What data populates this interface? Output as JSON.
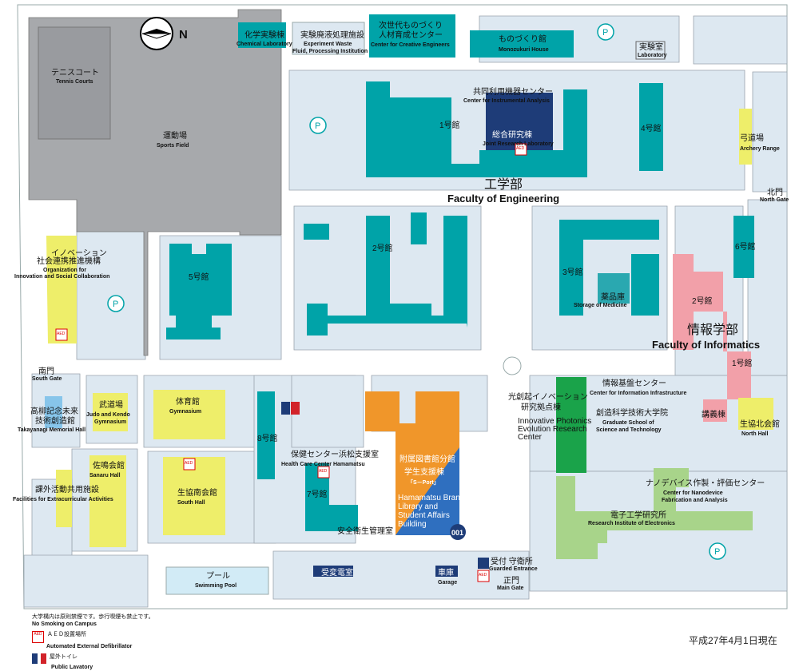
{
  "compass": "N",
  "icons": {
    "parking": "P",
    "aed": "AED"
  },
  "buildings": {
    "chemical_lab": {
      "jp": "化学実験棟",
      "en": "Chemical Laboratory"
    },
    "waste": {
      "jp": "実験廃液処理施設",
      "en1": "Experiment Waste",
      "en2": "Fluid, Processing Institution"
    },
    "creative": {
      "jp1": "次世代ものづくり",
      "jp2": "人材育成センター",
      "en": "Center for Creative Engineers"
    },
    "monozukuri": {
      "jp": "ものづくり館",
      "en": "Monozukuri House"
    },
    "lab_small": {
      "jp": "実験室",
      "en": "Laboratory"
    },
    "tennis": {
      "jp": "テニスコート",
      "en": "Tennis Courts"
    },
    "sports": {
      "jp": "運動場",
      "en": "Sports Field"
    },
    "instrumental": {
      "jp": "共同利用機器センター",
      "en": "Center for Instrumental Analysis"
    },
    "joint": {
      "jp": "総合研究棟",
      "en": "Joint Research Laboratory"
    },
    "eng1": "1号館",
    "eng4": "4号館",
    "archery": {
      "jp": "弓道場",
      "en": "Archery Range"
    },
    "eng_faculty": {
      "jp": "工学部",
      "en": "Faculty of Engineering"
    },
    "north_gate": {
      "jp": "北門",
      "en": "North Gate"
    },
    "innovation": {
      "jp1": "イノベーション",
      "jp2": "社会連携推進機構",
      "en1": "Organization for",
      "en2": "Innovation and Social Collaboration"
    },
    "eng5": "5号館",
    "eng2": "2号館",
    "eng3": "3号館",
    "medicine": {
      "jp": "薬品庫",
      "en": "Storage of Medicine"
    },
    "eng6": "6号館",
    "inf2": "2号館",
    "inf_faculty": {
      "jp": "情報学部",
      "en": "Faculty of Informatics"
    },
    "inf1": "1号館",
    "south_gate": {
      "jp": "南門",
      "en": "South Gate"
    },
    "takayanagi": {
      "jp1": "高柳記念未来",
      "jp2": "技術創造館",
      "en": "Takayanagi Memorial Hall"
    },
    "judo": {
      "jp": "武道場",
      "en1": "Judo and Kendo",
      "en2": "Gymnasium"
    },
    "gym": {
      "jp": "体育館",
      "en": "Gymnasium"
    },
    "eng8": "8号館",
    "health": {
      "jp": "保健センター浜松支援室",
      "en": "Health Care Center Hamamatsu"
    },
    "eng7": "7号館",
    "safety": "安全衛生管理室",
    "library": {
      "jp1": "附属図書館分館",
      "jp2": "学生支援棟",
      "jp3": "「S－Port」",
      "en1": "Hamamatsu Branch",
      "en2": "Library and",
      "en3": "Student Affairs",
      "en4": "Building"
    },
    "badge": "001",
    "sanaru": {
      "jp": "佐鳴会館",
      "en": "Sanaru Hall"
    },
    "south_hall": {
      "jp": "生協南会館",
      "en": "South Hall"
    },
    "extracurricular": {
      "jp": "課外活動共用施設",
      "en": "Facilities for Extracurricular Activities"
    },
    "pool": {
      "jp": "プール",
      "en": "Swimming Pool"
    },
    "substation": "受変電室",
    "garage": {
      "jp": "車庫",
      "en": "Garage"
    },
    "guard": {
      "jp": "受付 守衛所",
      "en": "Guarded Entrance"
    },
    "main_gate": {
      "jp": "正門",
      "en": "Main Gate"
    },
    "photonics": {
      "jp1": "光創起イノベーション",
      "jp2": "研究拠点棟",
      "en1": "Innovative Photonics",
      "en2": "Evolution Research",
      "en3": "Center"
    },
    "infra": {
      "jp": "情報基盤センター",
      "en": "Center for Information Infrastructure"
    },
    "graduate": {
      "jp": "創造科学技術大学院",
      "en1": "Graduate School of",
      "en2": "Science and Technology"
    },
    "kogi": "講義棟",
    "north_hall": {
      "jp": "生協北会館",
      "en": "North Hall"
    },
    "nanodevice": {
      "jp": "ナノデバイス作製・評価センター",
      "en1": "Center for Nanodevice",
      "en2": "Fabrication and Analysis"
    },
    "electronics": {
      "jp": "電子工学研究所",
      "en": "Research Institute of Electronics"
    }
  },
  "legend": {
    "smoking_jp": "大学構内は原則禁煙です。歩行喫煙も禁止です。",
    "smoking_en": "No Smoking on Campus",
    "aed_jp": "ＡＥＤ設置場所",
    "aed_en": "Automated External Defibrillator",
    "wc_jp": "屋外トイレ",
    "wc_en": "Public Lavatory"
  },
  "date": "平成27年4月1日現在",
  "colors": {
    "teal": "#00a3a8",
    "yellow": "#eeee6a",
    "pink": "#f2a0a9",
    "green": "#a8d48a",
    "dkgreen": "#1aa34a",
    "orange": "#f0962a",
    "blue": "#2f6fbf",
    "navy": "#1e3c78",
    "lot": "#dde8f1",
    "sport": "#a7a9ac"
  }
}
